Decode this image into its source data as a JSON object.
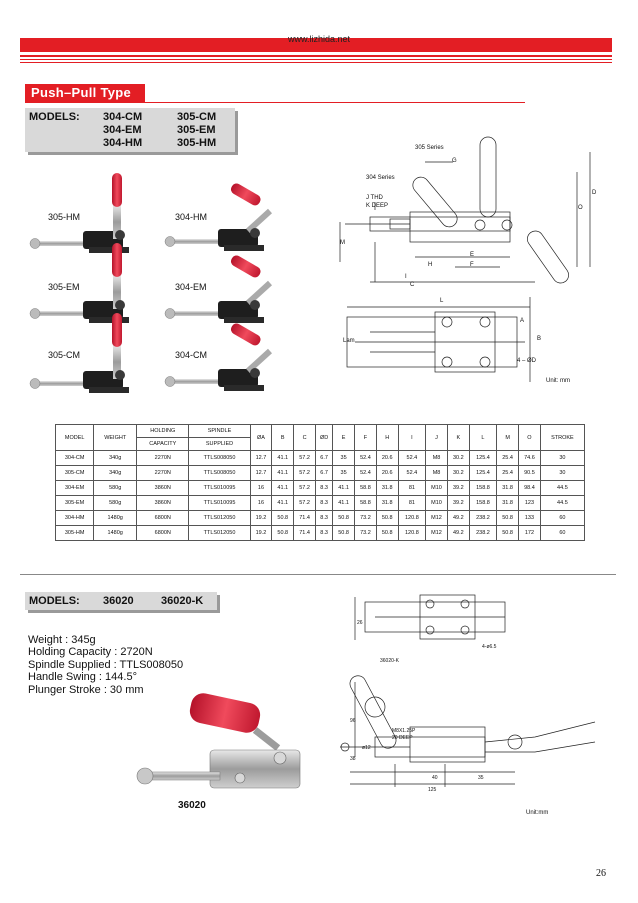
{
  "header": {
    "url": "www.lizhida.net"
  },
  "section1": {
    "title": "Push–Pull Type",
    "models_label": "MODELS:",
    "models": [
      [
        "304-CM",
        "305-CM"
      ],
      [
        "304-EM",
        "305-EM"
      ],
      [
        "304-HM",
        "305-HM"
      ]
    ],
    "photo_labels": [
      "305-HM",
      "304-HM",
      "305-EM",
      "304-EM",
      "305-CM",
      "304-CM"
    ],
    "drawing_labels": {
      "series305": "305 Series",
      "series304": "304 Series",
      "thd": "J  THD",
      "deep": "K  DEEP",
      "d": "D",
      "o": "O",
      "g": "G",
      "m": "M",
      "h": "H",
      "e": "E",
      "f": "F",
      "i": "I",
      "c": "C",
      "l": "L",
      "lam": "Lam",
      "b": "B",
      "a": "A",
      "hole": "4 – ØD",
      "unit": "Unit: mm"
    },
    "table": {
      "headers": [
        [
          "MODEL"
        ],
        [
          "WEIGHT"
        ],
        [
          "HOLDING",
          "CAPACITY"
        ],
        [
          "SPINDLE",
          "SUPPLIED"
        ],
        [
          "ØA"
        ],
        [
          "B"
        ],
        [
          "C"
        ],
        [
          "ØD"
        ],
        [
          "E"
        ],
        [
          "F"
        ],
        [
          "H"
        ],
        [
          "I"
        ],
        [
          "J"
        ],
        [
          "K"
        ],
        [
          "L"
        ],
        [
          "M"
        ],
        [
          "O"
        ],
        [
          "STROKE"
        ]
      ],
      "rows": [
        [
          "304-CM",
          "340g",
          "2270N",
          "TTLS008050",
          "12.7",
          "41.1",
          "57.2",
          "6.7",
          "35",
          "52.4",
          "20.6",
          "52.4",
          "M8",
          "30.2",
          "125.4",
          "25.4",
          "74.6",
          "30"
        ],
        [
          "305-CM",
          "340g",
          "2270N",
          "TTLS008050",
          "12.7",
          "41.1",
          "57.2",
          "6.7",
          "35",
          "52.4",
          "20.6",
          "52.4",
          "M8",
          "30.2",
          "125.4",
          "25.4",
          "90.5",
          "30"
        ],
        [
          "304-EM",
          "580g",
          "3860N",
          "TTLS010095",
          "16",
          "41.1",
          "57.2",
          "8.3",
          "41.1",
          "58.8",
          "31.8",
          "81",
          "M10",
          "39.2",
          "158.8",
          "31.8",
          "98.4",
          "44.5"
        ],
        [
          "305-EM",
          "580g",
          "3860N",
          "TTLS010095",
          "16",
          "41.1",
          "57.2",
          "8.3",
          "41.1",
          "58.8",
          "31.8",
          "81",
          "M10",
          "39.2",
          "158.8",
          "31.8",
          "123",
          "44.5"
        ],
        [
          "304-HM",
          "1480g",
          "6800N",
          "TTLS012050",
          "19.2",
          "50.8",
          "71.4",
          "8.3",
          "50.8",
          "73.2",
          "50.8",
          "120.8",
          "M12",
          "49.2",
          "238.2",
          "50.8",
          "133",
          "60"
        ],
        [
          "305-HM",
          "1480g",
          "6800N",
          "TTLS012050",
          "19.2",
          "50.8",
          "71.4",
          "8.3",
          "50.8",
          "73.2",
          "50.8",
          "120.8",
          "M12",
          "49.2",
          "238.2",
          "50.8",
          "172",
          "60"
        ]
      ]
    }
  },
  "section2": {
    "models_label": "MODELS:",
    "models": [
      "36020",
      "36020-K"
    ],
    "specs": [
      "Weight : 345g",
      "Holding Capacity : 2720N",
      "Spindle Supplied : TTLS008050",
      "Handle Swing : 144.5°",
      "Plunger Stroke : 30 mm"
    ],
    "photo_label": "36020",
    "drawing_labels": {
      "hole": "4-ø6.5",
      "model_k": "36020-K",
      "thread": "M8X1.25P",
      "deep": "20 DEEP",
      "dim40": "40",
      "dim35": "35",
      "dim125": "125",
      "dim96": "96",
      "dim38": "38",
      "dim26": "26",
      "dim12": "ø12",
      "unit": "Unit:mm"
    }
  },
  "page_number": "26",
  "colors": {
    "brand_red": "#e31e24",
    "handle_red": "#e8263c",
    "box_gray": "#d9d9d9",
    "shadow": "#9a9a9a"
  }
}
